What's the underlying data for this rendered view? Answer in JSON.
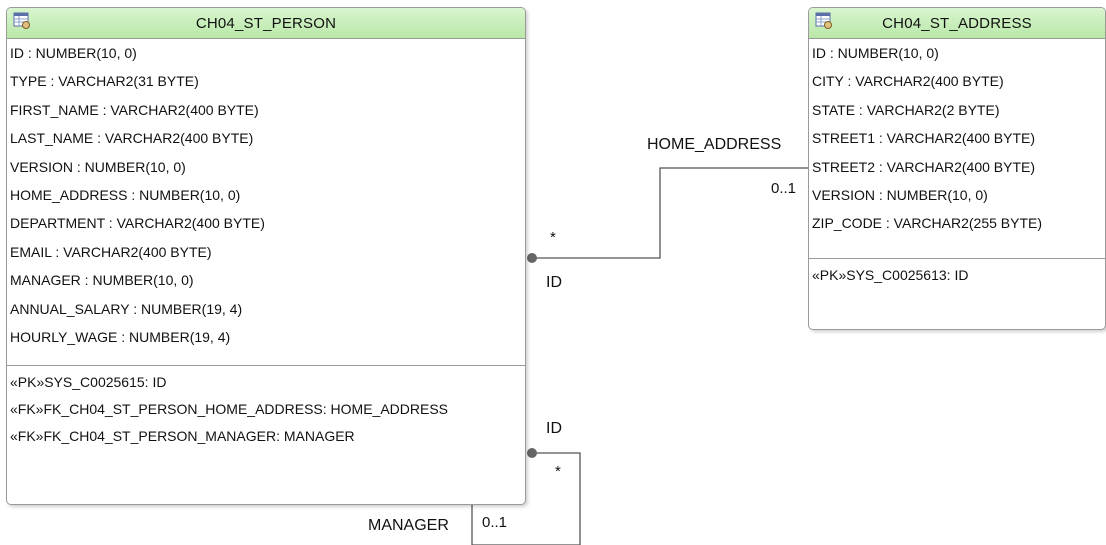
{
  "entities": {
    "person": {
      "title": "CH04_ST_PERSON",
      "columns": [
        "ID : NUMBER(10, 0)",
        "TYPE : VARCHAR2(31 BYTE)",
        "FIRST_NAME : VARCHAR2(400 BYTE)",
        "LAST_NAME : VARCHAR2(400 BYTE)",
        "VERSION : NUMBER(10, 0)",
        "HOME_ADDRESS : NUMBER(10, 0)",
        "DEPARTMENT : VARCHAR2(400 BYTE)",
        "EMAIL : VARCHAR2(400 BYTE)",
        "MANAGER : NUMBER(10, 0)",
        "ANNUAL_SALARY : NUMBER(19, 4)",
        "HOURLY_WAGE : NUMBER(19, 4)"
      ],
      "constraints": [
        "«PK»SYS_C0025615: ID",
        "«FK»FK_CH04_ST_PERSON_HOME_ADDRESS: HOME_ADDRESS",
        "«FK»FK_CH04_ST_PERSON_MANAGER: MANAGER"
      ]
    },
    "address": {
      "title": "CH04_ST_ADDRESS",
      "columns": [
        "ID : NUMBER(10, 0)",
        "CITY : VARCHAR2(400 BYTE)",
        "STATE : VARCHAR2(2 BYTE)",
        "STREET1 : VARCHAR2(400 BYTE)",
        "STREET2 : VARCHAR2(400 BYTE)",
        "VERSION : NUMBER(10, 0)",
        "ZIP_CODE : VARCHAR2(255 BYTE)"
      ],
      "constraints": [
        "«PK»SYS_C0025613: ID"
      ]
    }
  },
  "relations": {
    "home_address": {
      "name": "HOME_ADDRESS",
      "target_multiplicity": "0..1",
      "source_multiplicity": "*",
      "source_key": "ID"
    },
    "manager": {
      "name": "MANAGER",
      "target_multiplicity": "0..1",
      "source_multiplicity": "*",
      "source_key": "ID"
    }
  }
}
